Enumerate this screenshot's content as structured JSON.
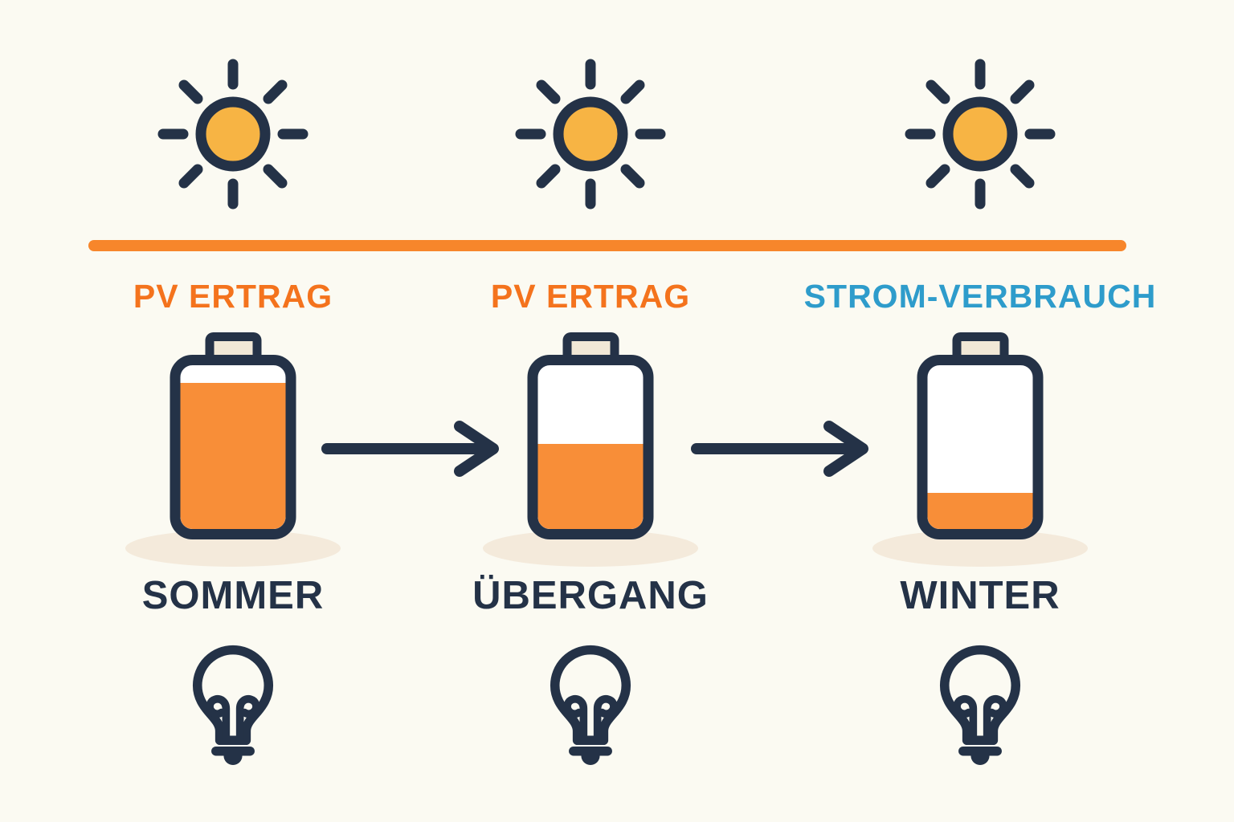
{
  "meta": {
    "title": "PV-Ertrag und Stromverbrauch im Jahresverlauf"
  },
  "colors": {
    "background": "#FBFAF2",
    "ink_navy": "#243247",
    "pv_label_orange": "#F4731D",
    "battery_fill_orange": "#F88E38",
    "divider_orange": "#F7862B",
    "consumption_label_blue": "#2E9CCB",
    "sun_yellow": "#F7B444",
    "shadow_beige": "#F4EADB"
  },
  "divider": {
    "name": "pv-divider-line"
  },
  "columns": [
    {
      "id": "sommer",
      "sun_icon": "sun-icon",
      "top_label": "PV ERTRAG",
      "top_label_color": "#F4731D",
      "battery": {
        "level_percent": 89
      },
      "season_label": "SOMMER",
      "bulb_icon": "lightbulb-icon"
    },
    {
      "id": "uebergang",
      "sun_icon": "sun-icon",
      "top_label": "PV ERTRAG",
      "top_label_color": "#F4731D",
      "battery": {
        "level_percent": 52
      },
      "season_label": "ÜBERGANG",
      "bulb_icon": "lightbulb-icon"
    },
    {
      "id": "winter",
      "sun_icon": "sun-icon",
      "top_label": "STROM-VERBRAUCH",
      "top_label_color": "#2E9CCB",
      "battery": {
        "level_percent": 22
      },
      "season_label": "WINTER",
      "bulb_icon": "lightbulb-icon"
    }
  ],
  "arrows": [
    {
      "direction": "right"
    },
    {
      "direction": "right"
    }
  ]
}
